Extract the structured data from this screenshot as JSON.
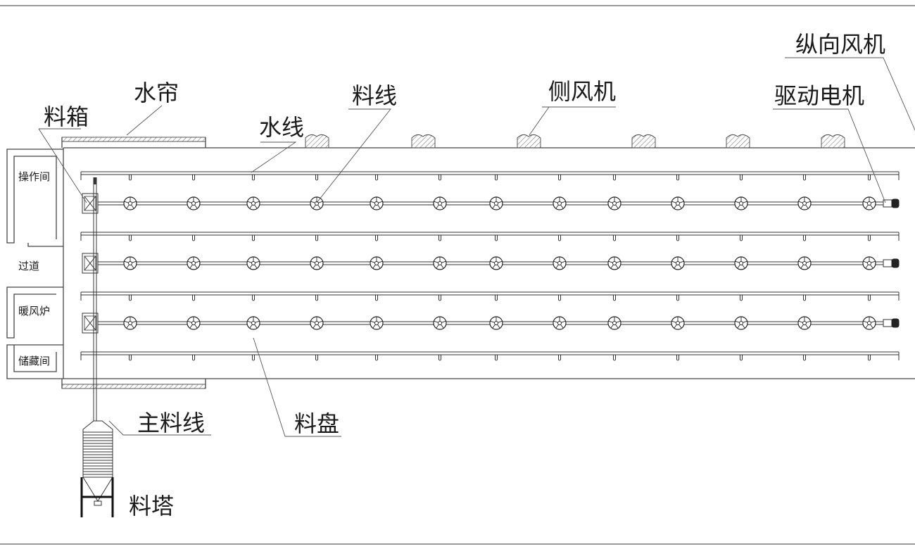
{
  "labels": {
    "longitudinal_fan": "纵向风机",
    "drive_motor": "驱动电机",
    "side_fan": "侧风机",
    "feed_line": "料线",
    "water_line": "水线",
    "water_curtain": "水帘",
    "feed_box": "料箱",
    "main_feed_line": "主料线",
    "feed_pan": "料盘",
    "feed_tower": "料塔"
  },
  "rooms": {
    "operation_room": "操作间",
    "passage": "过道",
    "heater": "暖风炉",
    "storage": "储藏间"
  },
  "counts": {
    "feed_lines": 3,
    "water_lines": 4,
    "pans_per_line": 13,
    "side_fans": 6
  }
}
